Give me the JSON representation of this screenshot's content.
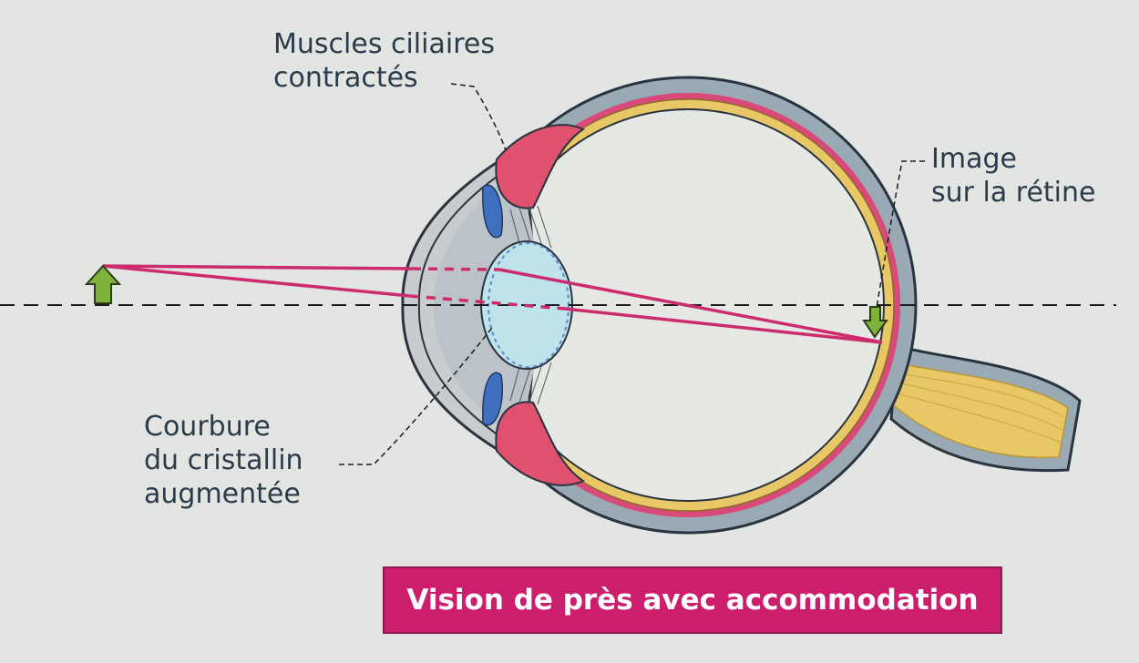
{
  "labels": {
    "muscles": [
      "Muscles ciliaires",
      "contractés"
    ],
    "image": [
      "Image",
      "sur la rétine"
    ],
    "courbure": [
      "Courbure",
      "du cristallin",
      "augmentée"
    ]
  },
  "title": "Vision de près avec accommodation",
  "colors": {
    "background": "#e3e5e2",
    "sclera": "#9aaab4",
    "choroid": "#d9497a",
    "retina": "#e8c766",
    "ciliary_muscle": "#e0506f",
    "lens": "#bfe3ea",
    "light_ray": "#cc2b6e",
    "object_arrow": "#7fb23a",
    "banner": "#cc1e6d"
  }
}
